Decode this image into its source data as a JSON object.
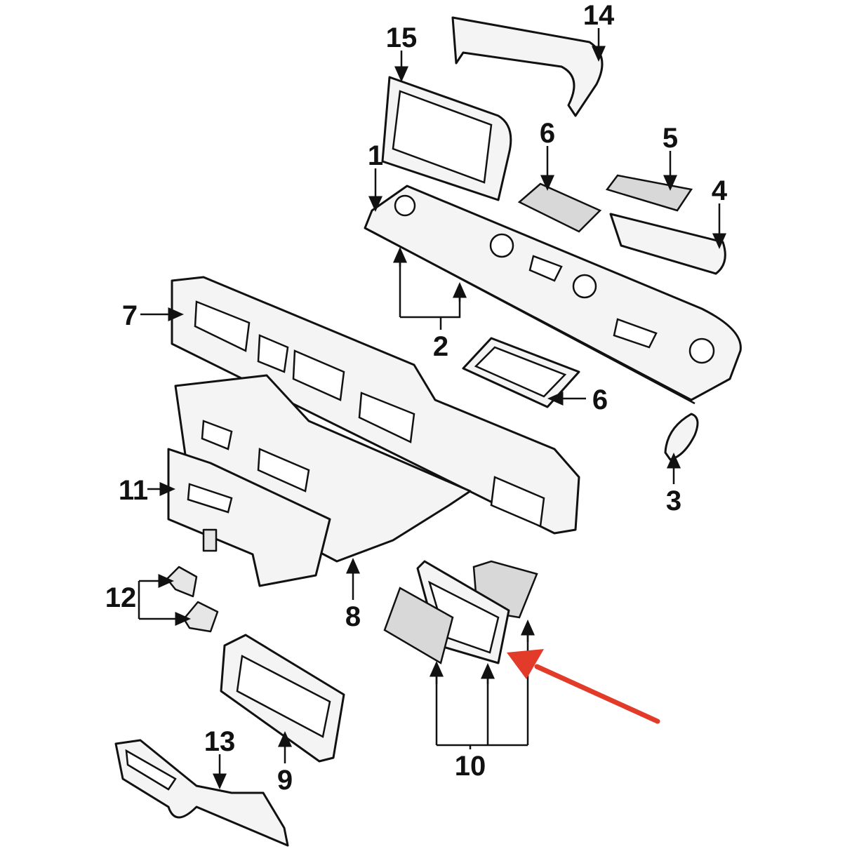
{
  "diagram": {
    "type": "exploded parts diagram",
    "callouts": {
      "c1": "1",
      "c2": "2",
      "c3": "3",
      "c4": "4",
      "c5": "5",
      "c6a": "6",
      "c6b": "6",
      "c7": "7",
      "c8": "8",
      "c9": "9",
      "c10": "10",
      "c11": "11",
      "c12": "12",
      "c13": "13",
      "c14": "14",
      "c15": "15"
    },
    "highlight_color": "#e23b2a"
  }
}
